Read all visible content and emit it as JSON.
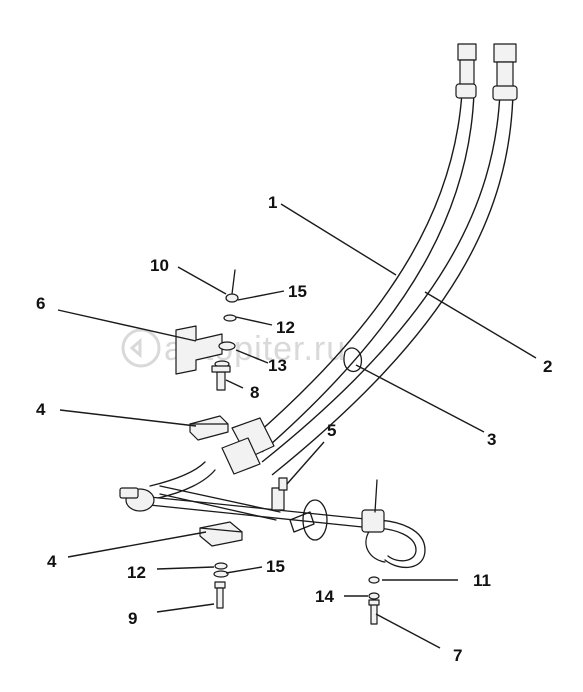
{
  "watermark": {
    "text": "autopiter.ru",
    "icon": "autopiter-logo-icon"
  },
  "callouts": [
    {
      "id": "c1",
      "label": "1"
    },
    {
      "id": "c2",
      "label": "2"
    },
    {
      "id": "c3",
      "label": "3"
    },
    {
      "id": "c4a",
      "label": "4"
    },
    {
      "id": "c4b",
      "label": "4"
    },
    {
      "id": "c5",
      "label": "5"
    },
    {
      "id": "c6",
      "label": "6"
    },
    {
      "id": "c7",
      "label": "7"
    },
    {
      "id": "c8",
      "label": "8"
    },
    {
      "id": "c9",
      "label": "9"
    },
    {
      "id": "c10",
      "label": "10"
    },
    {
      "id": "c11",
      "label": "11"
    },
    {
      "id": "c12a",
      "label": "12"
    },
    {
      "id": "c12b",
      "label": "12"
    },
    {
      "id": "c13",
      "label": "13"
    },
    {
      "id": "c14",
      "label": "14"
    },
    {
      "id": "c15a",
      "label": "15"
    },
    {
      "id": "c15b",
      "label": "15"
    }
  ]
}
